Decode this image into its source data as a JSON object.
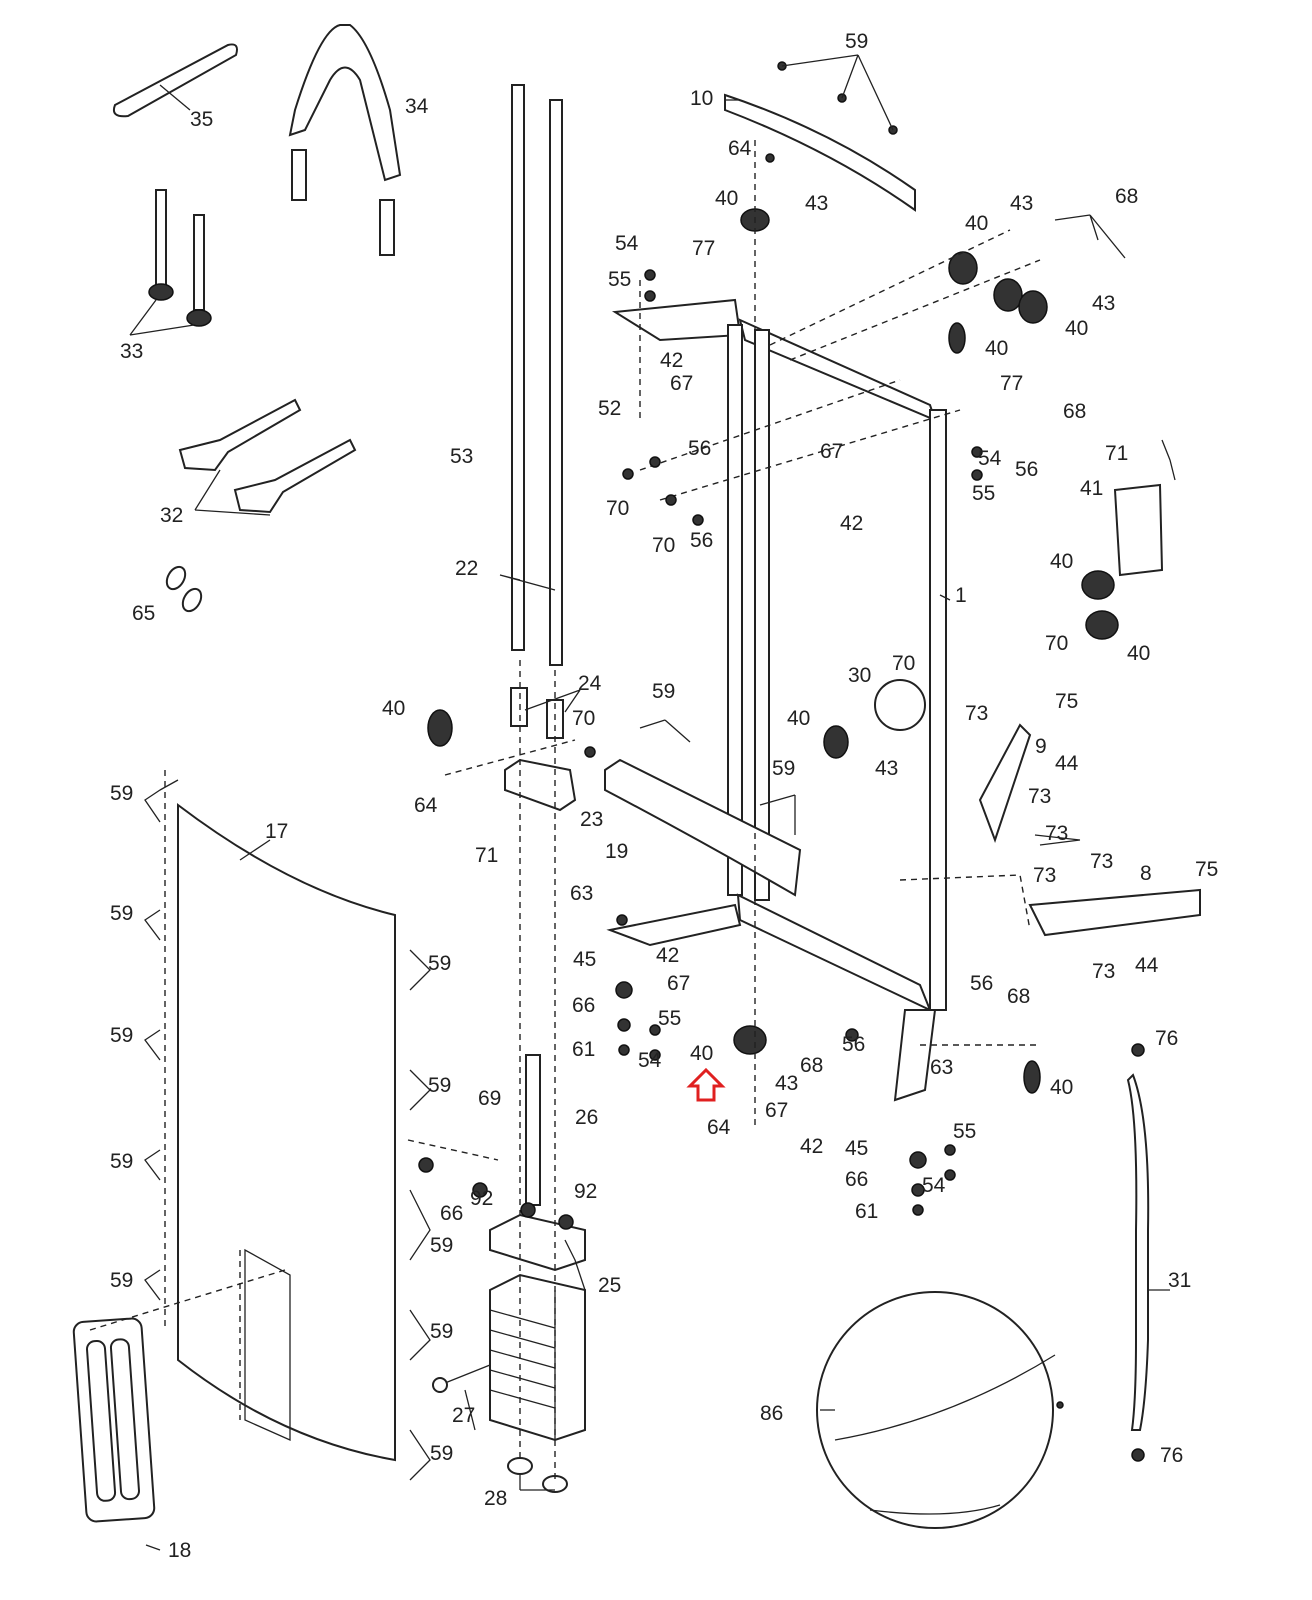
{
  "diagram": {
    "highlight_color": "#e02020",
    "labels": [
      "59",
      "10",
      "64",
      "43",
      "40",
      "68",
      "35",
      "34",
      "77",
      "54",
      "55",
      "42",
      "67",
      "52",
      "33",
      "53",
      "56",
      "70",
      "32",
      "71",
      "41",
      "22",
      "65",
      "1",
      "24",
      "30",
      "75",
      "73",
      "9",
      "44",
      "23",
      "19",
      "17",
      "63",
      "45",
      "66",
      "61",
      "8",
      "76",
      "69",
      "26",
      "92",
      "25",
      "27",
      "31",
      "86",
      "28",
      "18"
    ]
  }
}
